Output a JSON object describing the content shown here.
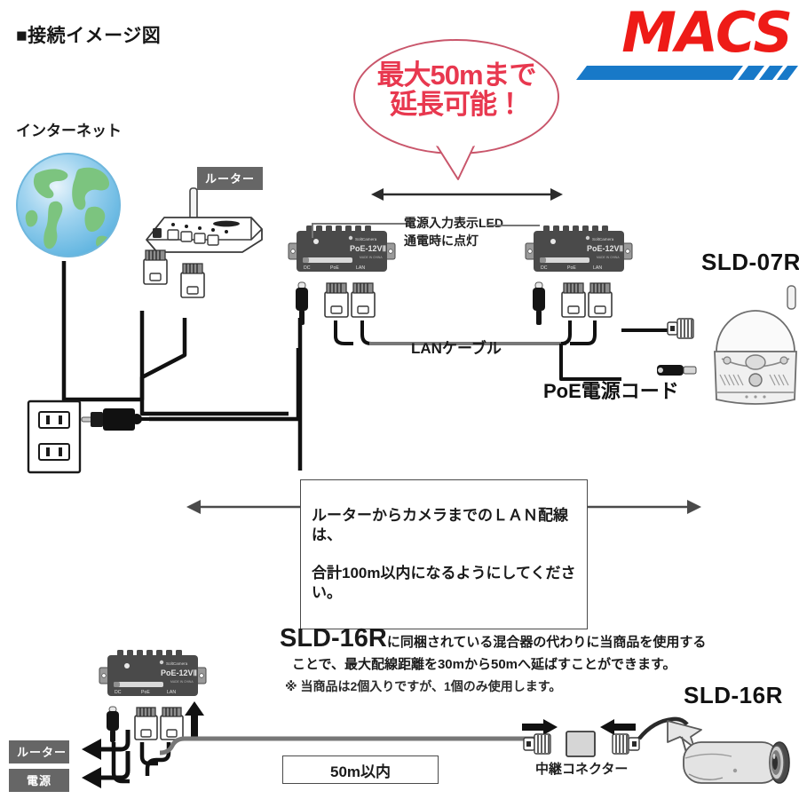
{
  "page": {
    "title": "■接続イメージ図",
    "background": "#ffffff"
  },
  "brand": {
    "name": "MACS",
    "logo_text_color": "#ee1b17",
    "logo_swoosh_color": "#1879c8"
  },
  "callout": {
    "line1": "最大50mまで",
    "line2": "延長可能！",
    "text_color": "#e8384f",
    "border_color": "#c9566b"
  },
  "top_diagram": {
    "internet_label": "インターネット",
    "router_tag": "ルーター",
    "led_note_line1": "電源入力表示LED",
    "led_note_line2": "通電時に点灯",
    "lan_cable_label": "LANケーブル",
    "poe_power_cord_label": "PoE電源コード",
    "camera_model": "SLD-07R",
    "injector": {
      "brand_text": "SoltCamera",
      "model_text": "PoE-12VⅡ",
      "sub_text": "MADE IN CHINA",
      "ports": [
        "DC",
        "PoE",
        "LAN"
      ],
      "body_color": "#4a4a4a"
    }
  },
  "total_run_note": {
    "line1": "ルーターからカメラまでのＬＡＮ配線は、",
    "line2": "合計100m以内になるようにしてください。"
  },
  "lower_diagram": {
    "desc_model": "SLD-16R",
    "desc_line1_rest": "に同梱されている混合器の代わりに当商品を使用する",
    "desc_line2": "ことで、最大配線距離を30mから50mへ延ばすことができます。",
    "desc_note": "※ 当商品は2個入りですが、1個のみ使用します。",
    "camera_model": "SLD-16R",
    "router_tag": "ルーター",
    "power_tag": "電源",
    "distance_box": "50m以内",
    "connector_label": "中継コネクター",
    "injector": {
      "brand_text": "SoltCamera",
      "model_text": "PoE-12VⅡ",
      "ports": [
        "DC",
        "PoE",
        "LAN"
      ]
    }
  }
}
